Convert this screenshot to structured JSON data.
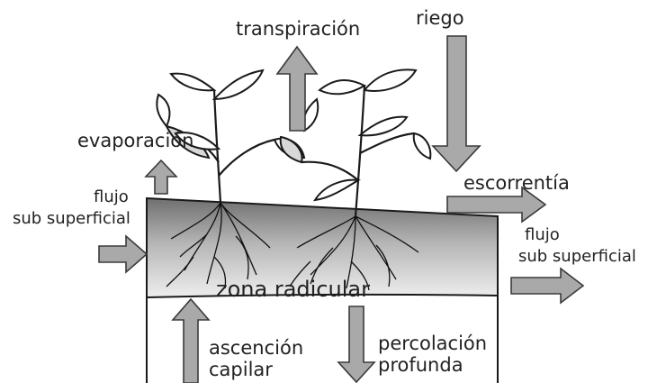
{
  "labels": {
    "transpiracion": "transpiración",
    "riego": "riego",
    "evaporacion": "evaporación",
    "escorrentia": "escorrentía",
    "flujo_left_1": "flujo",
    "flujo_left_2": "sub superficial",
    "flujo_right_1": "flujo",
    "flujo_right_2": "sub superficial",
    "zona_radicular": "zona radicular",
    "ascencion_1": "ascención",
    "ascencion_2": "capilar",
    "percolacion_1": "percolación",
    "percolacion_2": "profunda"
  },
  "colors": {
    "arrow_fill": "#a9a9a9",
    "soil_gradient_top": "#6f6f6f",
    "soil_gradient_bottom": "#eeeeee",
    "outline": "#1a1a1a"
  }
}
